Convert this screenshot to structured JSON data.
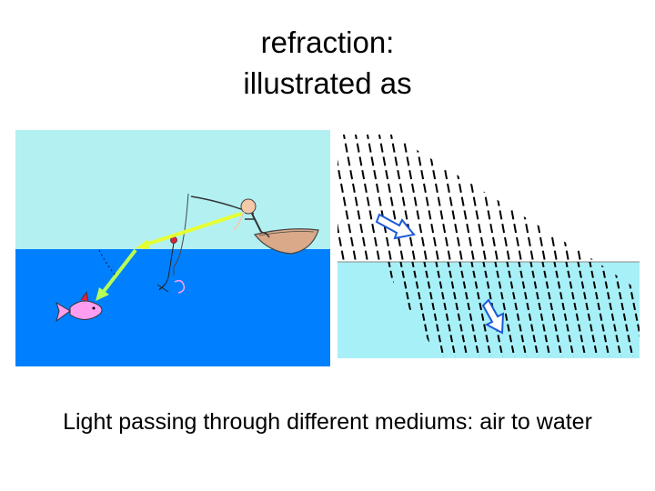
{
  "slide": {
    "title_line1": "refraction:",
    "title_line2": "illustrated as",
    "caption": "Light passing through different mediums: air to water"
  },
  "colors": {
    "sky": "#b3f0f2",
    "water_left": "#0080ff",
    "water_right": "#a8f0f7",
    "light_ray": "#e6ff33",
    "refracted_ray": "#b8ff55",
    "boat": "#d9a98a",
    "fish": "#ff9ef0",
    "hatch": "#000000",
    "arrow_fill": "#ffffff",
    "arrow_stroke": "#1a5ad8"
  },
  "icons": [
    "fisherman",
    "boat",
    "fishing-rod",
    "fish",
    "bait",
    "light-ray-arrow",
    "wavefront-direction-arrow"
  ]
}
